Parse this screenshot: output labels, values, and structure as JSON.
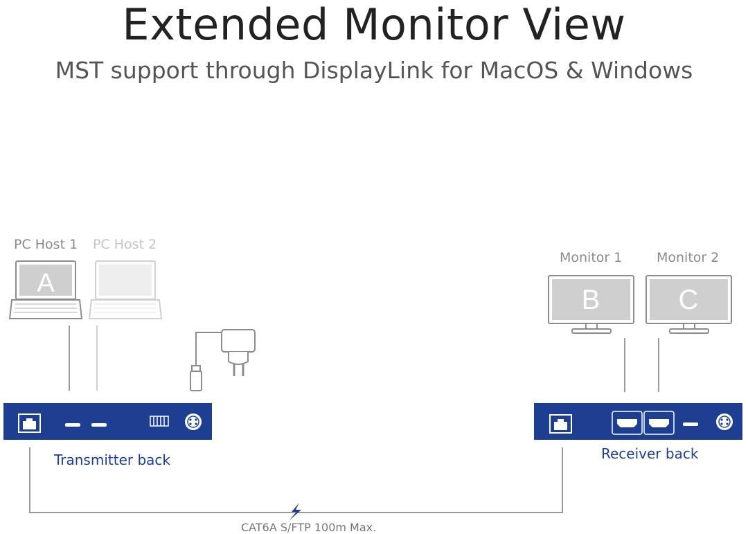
{
  "header": {
    "title": "Extended Monitor View",
    "subtitle": "MST support through DisplayLink for MacOS & Windows"
  },
  "hosts": [
    {
      "label": "PC Host 1",
      "letter": "A",
      "active": true
    },
    {
      "label": "PC Host 2",
      "letter": "",
      "active": false
    }
  ],
  "monitors": [
    {
      "label": "Monitor 1",
      "letter": "B"
    },
    {
      "label": "Monitor 2",
      "letter": "C"
    }
  ],
  "transmitter": {
    "label": "Transmitter back"
  },
  "receiver": {
    "label": "Receiver back"
  },
  "cable": {
    "label": "CAT6A S/FTP 100m Max."
  },
  "colors": {
    "device_blue": "#1d3e91",
    "active_gray": "#8c8c8c",
    "inactive_gray": "#d0d0d0",
    "screen_fill": "#cfcfcf",
    "accent_blue": "#1d3e91"
  }
}
